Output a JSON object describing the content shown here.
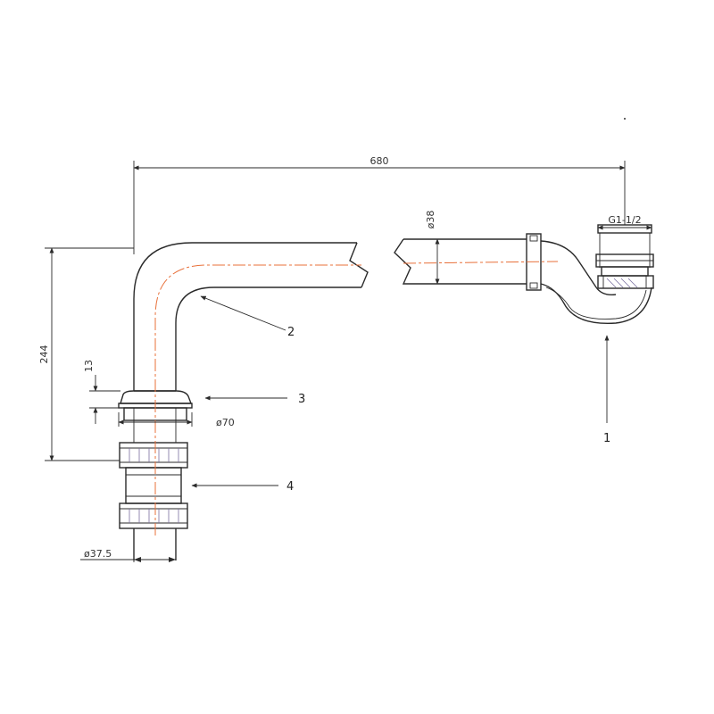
{
  "dimensions": {
    "length": "680",
    "height": "244",
    "pipe_diameter": "ø38",
    "thread": "G1-1/2",
    "flange_thickness": "13",
    "flange_diameter": "ø70",
    "outlet_diameter": "ø37.5"
  },
  "callouts": {
    "c1": "1",
    "c2": "2",
    "c3": "3",
    "c4": "4"
  },
  "colors": {
    "line": "#2a2a2a",
    "centerline": "#e8703a"
  }
}
